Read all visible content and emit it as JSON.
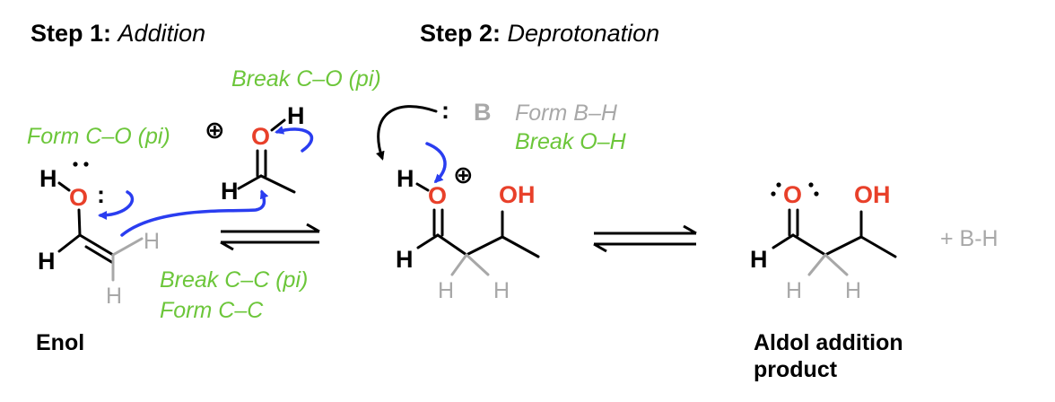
{
  "steps": {
    "step1": {
      "label": "Step 1:",
      "name": "Addition"
    },
    "step2": {
      "label": "Step 2:",
      "name": "Deprotonation"
    }
  },
  "annotations": {
    "break_co_pi": "Break C–O (pi)",
    "form_co_pi": "Form C–O (pi)",
    "break_cc_pi": "Break C–C (pi)",
    "form_cc": "Form C–C",
    "form_bh": "Form B–H",
    "break_oh": "Break O–H"
  },
  "atoms": {
    "H": "H",
    "O": "O",
    "OH": "OH",
    "B": "B",
    "colon": ":",
    "plus": "⊕"
  },
  "byproduct": "+ B-H",
  "captions": {
    "enol": "Enol",
    "product_line1": "Aldol addition",
    "product_line2": "product"
  },
  "colors": {
    "oxygen": "#e8402a",
    "annotation": "#6cc63a",
    "arrow": "#2a3df0",
    "gray": "#a8a8a8"
  }
}
